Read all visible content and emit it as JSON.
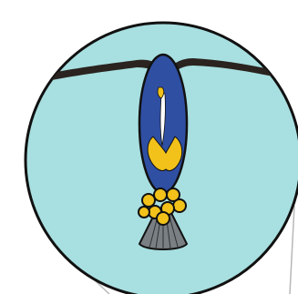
{
  "colors": {
    "background": "#ffffff",
    "disc_fill": "#a8dfe0",
    "disc_stroke": "#111111",
    "pointer_lines": "#b8b8b8",
    "body_fill": "#2f4fa3",
    "center_highlight": "#ffffff",
    "yellow_mark": "#f2c21a",
    "cluster_fill": "#f2c21a",
    "bristle_fill": "#7a7f84",
    "stick": "#2a231f"
  },
  "icons": [
    "magnifier-lens",
    "blue-capsule",
    "brown-stick",
    "yellow-bead-cluster",
    "gray-brush-tip"
  ]
}
